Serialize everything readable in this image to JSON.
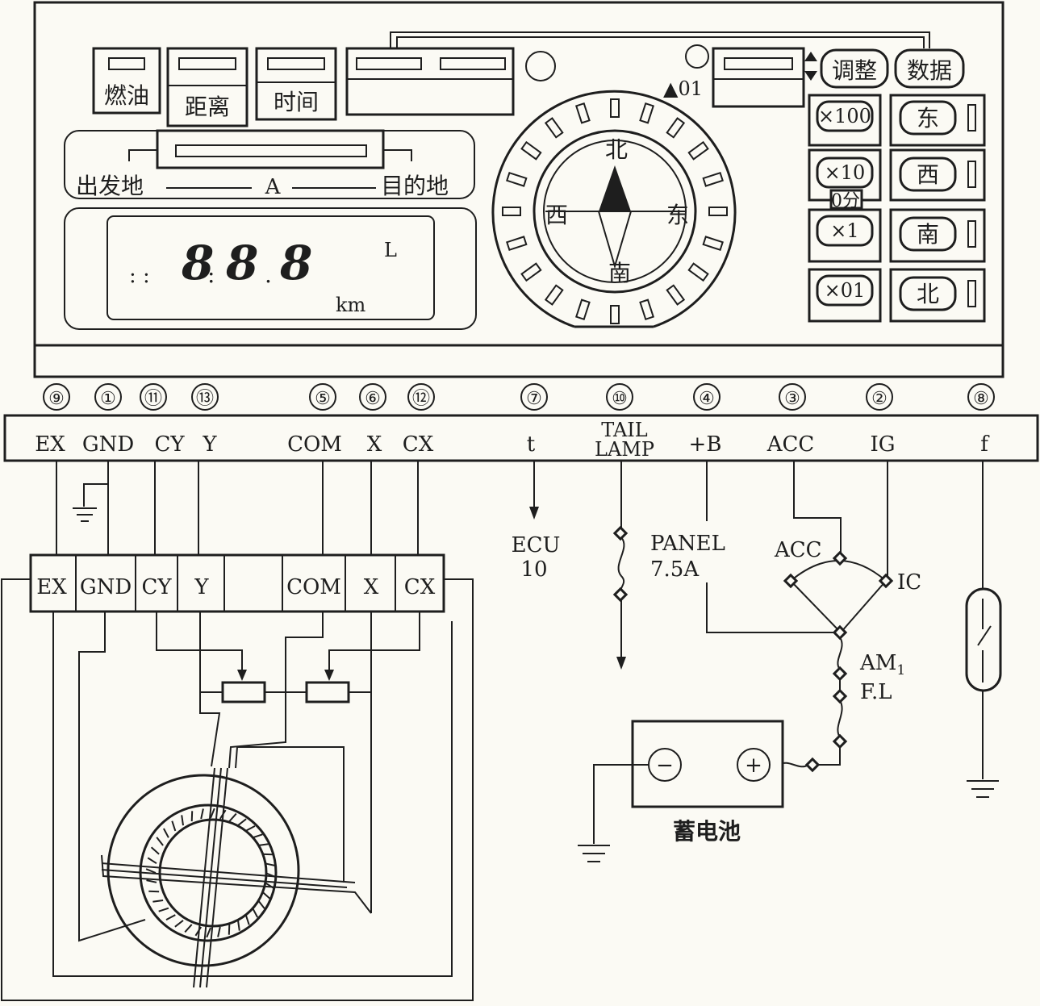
{
  "panel": {
    "buttons": {
      "fuel": "燃油",
      "distance": "距离",
      "time": "时间",
      "adjust": "调整",
      "data": "数据"
    },
    "route": {
      "origin": "出发地",
      "marker": "A",
      "destination": "目的地"
    },
    "display": {
      "colons": ": :",
      "digit1": "8",
      "digit2": "8",
      "digit3": "8",
      "sep1": ":",
      "sep2": ".",
      "unit_l": "L",
      "unit_km": "km"
    },
    "indicator": "▲01",
    "compass": {
      "n": "北",
      "s": "南",
      "e": "东",
      "w": "西"
    },
    "multipliers": [
      "×100",
      "×10",
      "×1",
      "×01"
    ],
    "minute_label": "0分",
    "directions": [
      "东",
      "西",
      "南",
      "北"
    ]
  },
  "connector": {
    "pins": [
      {
        "num": "⑨",
        "label": "EX"
      },
      {
        "num": "①",
        "label": "GND"
      },
      {
        "num": "⑪",
        "label": "CY"
      },
      {
        "num": "⑬",
        "label": "Y"
      },
      {
        "num": "⑤",
        "label": "COM"
      },
      {
        "num": "⑥",
        "label": "X"
      },
      {
        "num": "⑫",
        "label": "CX"
      },
      {
        "num": "⑦",
        "label": "t"
      },
      {
        "num": "⑩",
        "label_line1": "TAIL",
        "label_line2": "LAMP"
      },
      {
        "num": "④",
        "label": "+B"
      },
      {
        "num": "③",
        "label": "ACC"
      },
      {
        "num": "②",
        "label": "IG"
      },
      {
        "num": "⑧",
        "label": "f"
      }
    ]
  },
  "sensor": {
    "terminals": [
      "EX",
      "GND",
      "CY",
      "Y",
      "",
      "COM",
      "X",
      "CX"
    ]
  },
  "circuit": {
    "ecu_line1": "ECU",
    "ecu_line2": "10",
    "panel_fuse_line1": "PANEL",
    "panel_fuse_line2": "7.5A",
    "switch_acc": "ACC",
    "switch_ic": "IC",
    "fusible_line1": "AM",
    "fusible_sub": "1",
    "fusible_line2": "F.L",
    "battery_neg": "−",
    "battery_pos": "+",
    "battery_label": "蓄电池"
  },
  "colors": {
    "ink": "#1e1e1e",
    "paper": "#fbfaf4"
  }
}
